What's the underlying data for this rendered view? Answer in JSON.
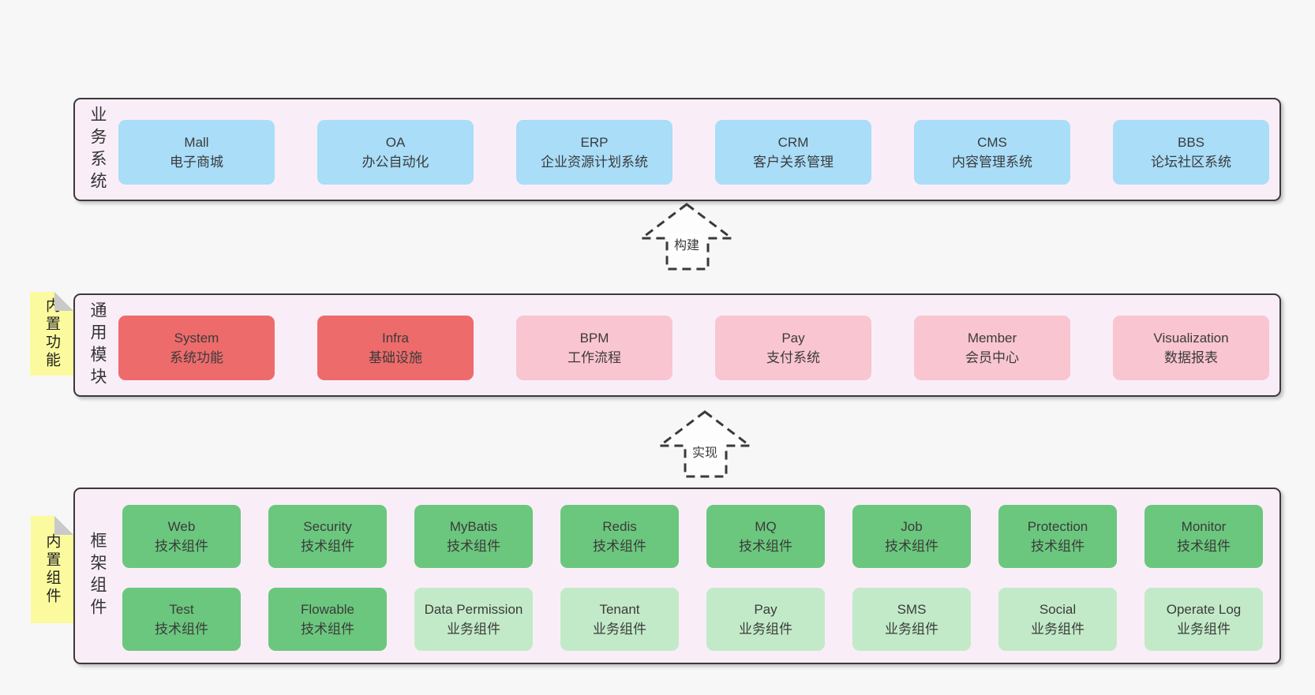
{
  "colors": {
    "page_bg": "#f7f7f7",
    "container_bg": "#f9eef8",
    "container_border": "#3a3a3a",
    "blue_box": "#a9ddf8",
    "red_box": "#ee6b6b",
    "pink_box": "#f9c5d0",
    "green_box": "#6bc77d",
    "light_green_box": "#c2eac8",
    "sticky_yellow": "#fbfa9e",
    "sticky_fold_gray": "#c9c9c9",
    "text": "#3b3b3b"
  },
  "arrows": [
    {
      "label": "构建"
    },
    {
      "label": "实现"
    }
  ],
  "layers": [
    {
      "label": "业务系统",
      "boxes": [
        {
          "title": "Mall",
          "subtitle": "电子商城"
        },
        {
          "title": "OA",
          "subtitle": "办公自动化"
        },
        {
          "title": "ERP",
          "subtitle": "企业资源计划系统"
        },
        {
          "title": "CRM",
          "subtitle": "客户关系管理"
        },
        {
          "title": "CMS",
          "subtitle": "内容管理系统"
        },
        {
          "title": "BBS",
          "subtitle": "论坛社区系统"
        }
      ]
    },
    {
      "label": "通用模块",
      "sticky": "内置功能",
      "boxes": [
        {
          "title": "System",
          "subtitle": "系统功能"
        },
        {
          "title": "Infra",
          "subtitle": "基础设施"
        },
        {
          "title": "BPM",
          "subtitle": "工作流程"
        },
        {
          "title": "Pay",
          "subtitle": "支付系统"
        },
        {
          "title": "Member",
          "subtitle": "会员中心"
        },
        {
          "title": "Visualization",
          "subtitle": "数据报表"
        }
      ]
    },
    {
      "label": "框架组件",
      "sticky": "内置组件",
      "rows": [
        [
          {
            "title": "Web",
            "subtitle": "技术组件"
          },
          {
            "title": "Security",
            "subtitle": "技术组件"
          },
          {
            "title": "MyBatis",
            "subtitle": "技术组件"
          },
          {
            "title": "Redis",
            "subtitle": "技术组件"
          },
          {
            "title": "MQ",
            "subtitle": "技术组件"
          },
          {
            "title": "Job",
            "subtitle": "技术组件"
          },
          {
            "title": "Protection",
            "subtitle": "技术组件"
          },
          {
            "title": "Monitor",
            "subtitle": "技术组件"
          }
        ],
        [
          {
            "title": "Test",
            "subtitle": "技术组件"
          },
          {
            "title": "Flowable",
            "subtitle": "技术组件"
          },
          {
            "title": "Data Permission",
            "subtitle": "业务组件"
          },
          {
            "title": "Tenant",
            "subtitle": "业务组件"
          },
          {
            "title": "Pay",
            "subtitle": "业务组件"
          },
          {
            "title": "SMS",
            "subtitle": "业务组件"
          },
          {
            "title": "Social",
            "subtitle": "业务组件"
          },
          {
            "title": "Operate Log",
            "subtitle": "业务组件"
          }
        ]
      ]
    }
  ]
}
